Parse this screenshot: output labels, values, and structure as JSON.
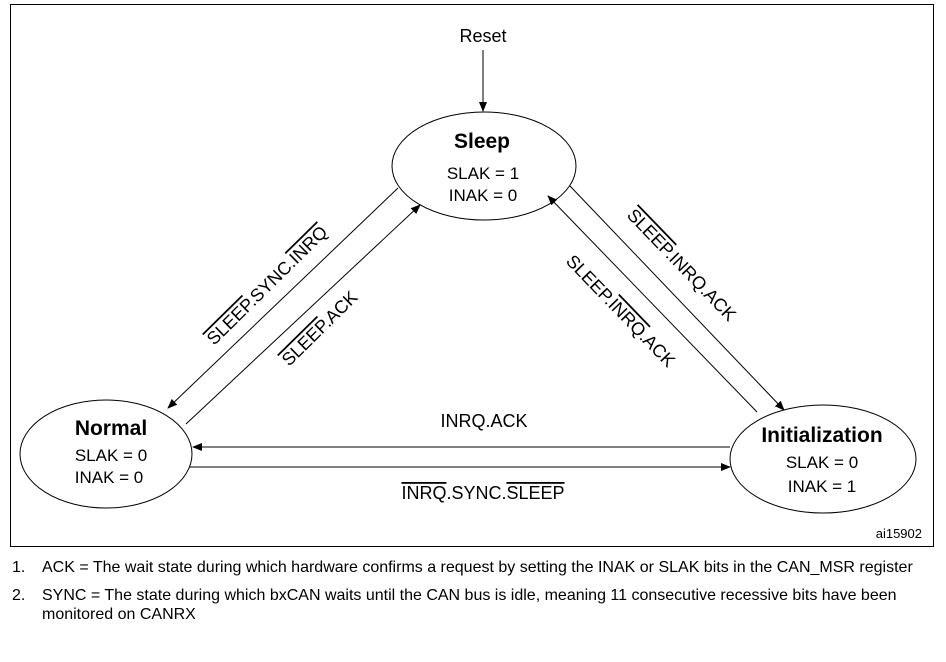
{
  "diagram": {
    "reset_label": "Reset",
    "figure_id": "ai15902",
    "states": {
      "sleep": {
        "title": "Sleep",
        "line1": "SLAK = 1",
        "line2": "INAK = 0"
      },
      "normal": {
        "title": "Normal",
        "line1": "SLAK = 0",
        "line2": "INAK = 0"
      },
      "init": {
        "title": "Initialization",
        "line1": "SLAK = 0",
        "line2": "INAK = 1"
      }
    },
    "transitions": {
      "normal_to_sleep": {
        "sleep": "SLEEP",
        "rest": ".SYNC.",
        "inrq": "INRQ"
      },
      "sleep_to_normal": {
        "sleep": "SLEEP",
        "rest": ".ACK"
      },
      "sleep_to_init": {
        "sleep": "SLEEP",
        "rest": ".INRQ.ACK"
      },
      "init_to_sleep": {
        "sleep": "SLEEP",
        "mid": ".",
        "inrq": "INRQ",
        "rest": ".ACK"
      },
      "init_to_normal": {
        "label": "INRQ.ACK"
      },
      "normal_to_init": {
        "inrq": "INRQ",
        "mid": ".SYNC.",
        "sleep": "SLEEP"
      }
    }
  },
  "notes": [
    {
      "num": "1.",
      "text": "ACK = The wait state during which hardware confirms a request by setting the INAK or SLAK bits in the CAN_MSR register"
    },
    {
      "num": "2.",
      "text": "SYNC = The state during which bxCAN waits until the CAN bus is idle, meaning 11 consecutive recessive bits have been monitored on CANRX"
    }
  ]
}
